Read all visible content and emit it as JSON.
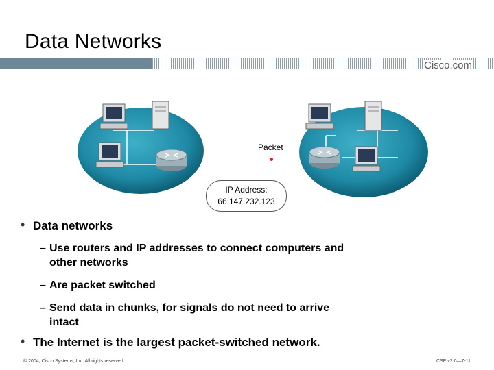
{
  "slide": {
    "title": "Data Networks",
    "logo": "Cisco.com"
  },
  "diagram": {
    "packet_label": "Packet",
    "ip_label": "IP Address:",
    "ip_value": "66.147.232.123",
    "colors": {
      "network": "#1f8aa6",
      "network_dark": "#0e5f76",
      "packet": "#e02020"
    }
  },
  "bullets": [
    {
      "text": "Data networks",
      "sub": [
        {
          "text": "Use routers and IP addresses to connect computers and other networks"
        },
        {
          "text": "Are packet switched"
        },
        {
          "text": "Send data in chunks, for signals do not need to arrive intact"
        }
      ]
    },
    {
      "text": "The Internet is the largest packet-switched network."
    }
  ],
  "footer": {
    "left": "© 2004, Cisco Systems, Inc. All rights reserved.",
    "right": "CSE v2.0—7-11"
  }
}
